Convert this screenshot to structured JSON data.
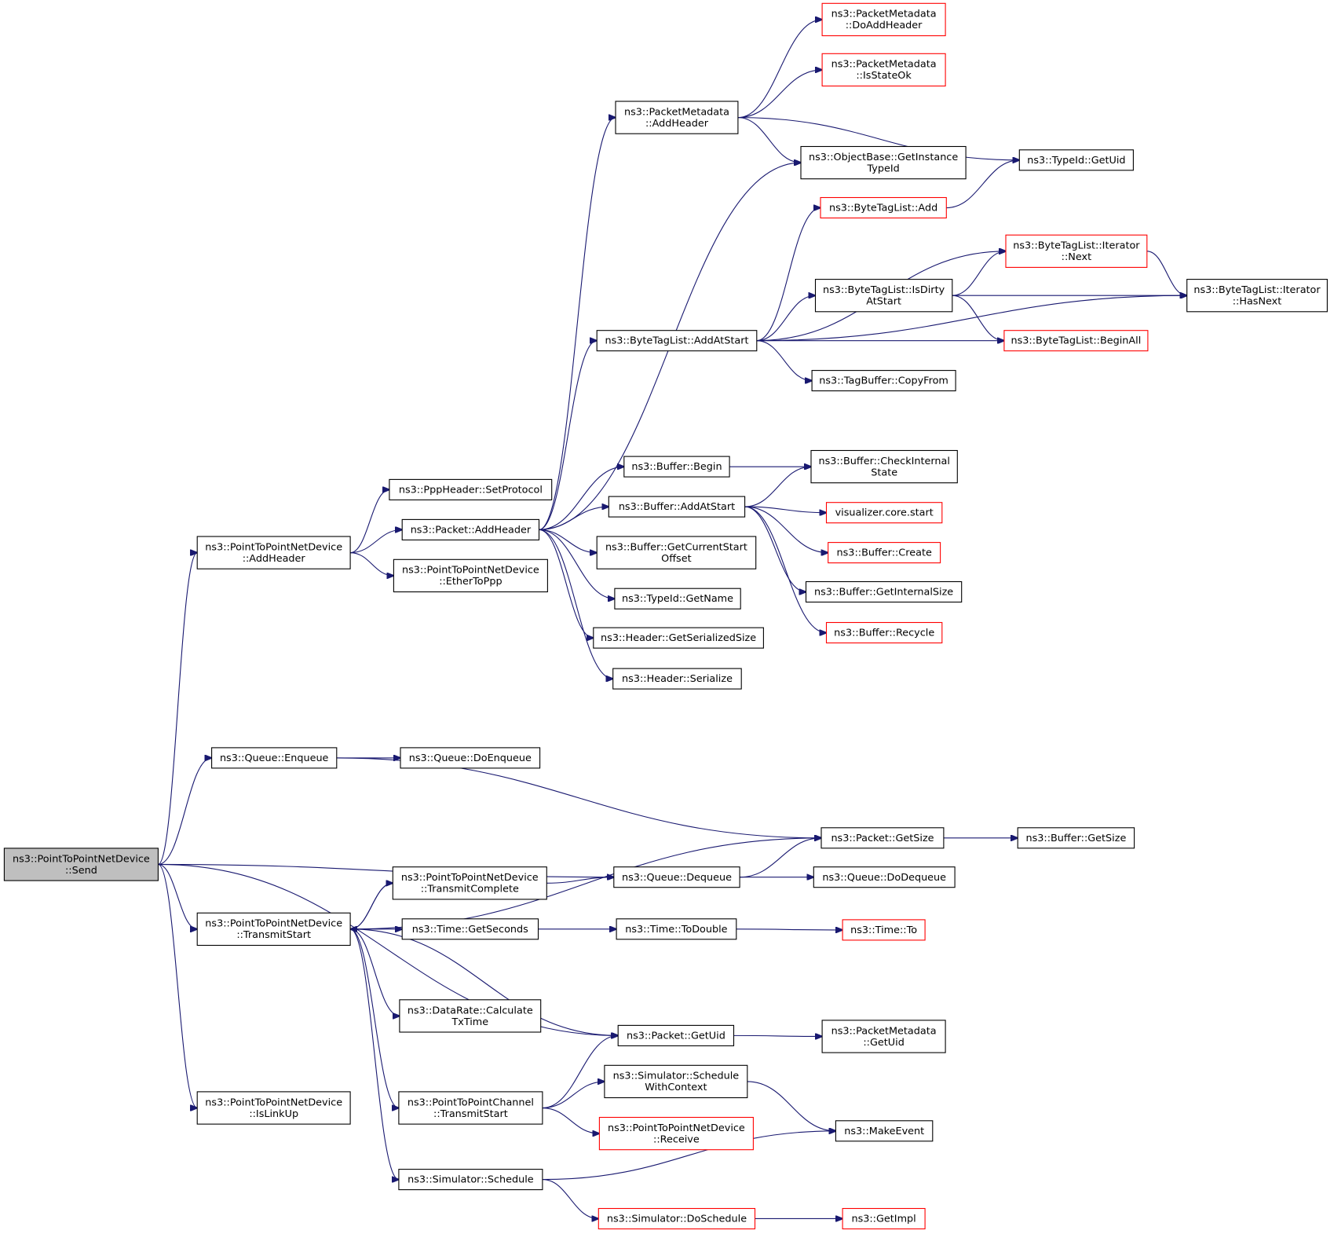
{
  "graph": {
    "kind": "doxygen call graph",
    "root": "send",
    "colors": {
      "edge": "#191970",
      "border_normal": "#000000",
      "border_truncated": "#ff0000",
      "root_fill": "#bfbfbf",
      "node_fill": "#ffffff"
    },
    "nodes": [
      {
        "id": "send",
        "lines": [
          "ns3::PointToPointNetDevice",
          "::Send"
        ],
        "border": "black",
        "root": true
      },
      {
        "id": "p2p_addheader",
        "lines": [
          "ns3::PointToPointNetDevice",
          "::AddHeader"
        ],
        "border": "black"
      },
      {
        "id": "ppp_setprotocol",
        "lines": [
          "ns3::PppHeader::SetProtocol"
        ],
        "border": "black"
      },
      {
        "id": "packet_addheader",
        "lines": [
          "ns3::Packet::AddHeader"
        ],
        "border": "black"
      },
      {
        "id": "ether_to_ppp",
        "lines": [
          "ns3::PointToPointNetDevice",
          "::EtherToPpp"
        ],
        "border": "black"
      },
      {
        "id": "pm_addheader",
        "lines": [
          "ns3::PacketMetadata",
          "::AddHeader"
        ],
        "border": "black"
      },
      {
        "id": "pm_doaddheader",
        "lines": [
          "ns3::PacketMetadata",
          "::DoAddHeader"
        ],
        "border": "red"
      },
      {
        "id": "pm_isstateok",
        "lines": [
          "ns3::PacketMetadata",
          "::IsStateOk"
        ],
        "border": "red"
      },
      {
        "id": "ob_getinstancetypeid",
        "lines": [
          "ns3::ObjectBase::GetInstance",
          "TypeId"
        ],
        "border": "black"
      },
      {
        "id": "typeid_getuid",
        "lines": [
          "ns3::TypeId::GetUid"
        ],
        "border": "black"
      },
      {
        "id": "btl_add",
        "lines": [
          "ns3::ByteTagList::Add"
        ],
        "border": "red"
      },
      {
        "id": "btl_it_next",
        "lines": [
          "ns3::ByteTagList::Iterator",
          "::Next"
        ],
        "border": "red"
      },
      {
        "id": "btl_isdirty",
        "lines": [
          "ns3::ByteTagList::IsDirty",
          "AtStart"
        ],
        "border": "black"
      },
      {
        "id": "btl_it_hasnext",
        "lines": [
          "ns3::ByteTagList::Iterator",
          "::HasNext"
        ],
        "border": "black"
      },
      {
        "id": "btl_addatstart",
        "lines": [
          "ns3::ByteTagList::AddAtStart"
        ],
        "border": "black"
      },
      {
        "id": "btl_beginall",
        "lines": [
          "ns3::ByteTagList::BeginAll"
        ],
        "border": "red"
      },
      {
        "id": "tagbuffer_copyfrom",
        "lines": [
          "ns3::TagBuffer::CopyFrom"
        ],
        "border": "black"
      },
      {
        "id": "buffer_begin",
        "lines": [
          "ns3::Buffer::Begin"
        ],
        "border": "black"
      },
      {
        "id": "buffer_checkinternal",
        "lines": [
          "ns3::Buffer::CheckInternal",
          "State"
        ],
        "border": "black"
      },
      {
        "id": "buffer_addatstart",
        "lines": [
          "ns3::Buffer::AddAtStart"
        ],
        "border": "black"
      },
      {
        "id": "viz_core_start",
        "lines": [
          "visualizer.core.start"
        ],
        "border": "red"
      },
      {
        "id": "buffer_getcurrentstartoffset",
        "lines": [
          "ns3::Buffer::GetCurrentStart",
          "Offset"
        ],
        "border": "black"
      },
      {
        "id": "buffer_create",
        "lines": [
          "ns3::Buffer::Create"
        ],
        "border": "red"
      },
      {
        "id": "buffer_getinternalsize",
        "lines": [
          "ns3::Buffer::GetInternalSize"
        ],
        "border": "black"
      },
      {
        "id": "typeid_getname",
        "lines": [
          "ns3::TypeId::GetName"
        ],
        "border": "black"
      },
      {
        "id": "buffer_recycle",
        "lines": [
          "ns3::Buffer::Recycle"
        ],
        "border": "red"
      },
      {
        "id": "header_getserializedsize",
        "lines": [
          "ns3::Header::GetSerializedSize"
        ],
        "border": "black"
      },
      {
        "id": "header_serialize",
        "lines": [
          "ns3::Header::Serialize"
        ],
        "border": "black"
      },
      {
        "id": "queue_enqueue",
        "lines": [
          "ns3::Queue::Enqueue"
        ],
        "border": "black"
      },
      {
        "id": "queue_doenqueue",
        "lines": [
          "ns3::Queue::DoEnqueue"
        ],
        "border": "black"
      },
      {
        "id": "packet_getsize",
        "lines": [
          "ns3::Packet::GetSize"
        ],
        "border": "black"
      },
      {
        "id": "buffer_getsize",
        "lines": [
          "ns3::Buffer::GetSize"
        ],
        "border": "black"
      },
      {
        "id": "p2p_transmitcomplete",
        "lines": [
          "ns3::PointToPointNetDevice",
          "::TransmitComplete"
        ],
        "border": "black"
      },
      {
        "id": "queue_dequeue",
        "lines": [
          "ns3::Queue::Dequeue"
        ],
        "border": "black"
      },
      {
        "id": "queue_dodequeue",
        "lines": [
          "ns3::Queue::DoDequeue"
        ],
        "border": "black"
      },
      {
        "id": "p2p_transmitstart",
        "lines": [
          "ns3::PointToPointNetDevice",
          "::TransmitStart"
        ],
        "border": "black"
      },
      {
        "id": "time_getseconds",
        "lines": [
          "ns3::Time::GetSeconds"
        ],
        "border": "black"
      },
      {
        "id": "time_todouble",
        "lines": [
          "ns3::Time::ToDouble"
        ],
        "border": "black"
      },
      {
        "id": "time_to",
        "lines": [
          "ns3::Time::To"
        ],
        "border": "red"
      },
      {
        "id": "datarate_calctxtime",
        "lines": [
          "ns3::DataRate::Calculate",
          "TxTime"
        ],
        "border": "black"
      },
      {
        "id": "packet_getuid",
        "lines": [
          "ns3::Packet::GetUid"
        ],
        "border": "black"
      },
      {
        "id": "pm_getuid",
        "lines": [
          "ns3::PacketMetadata",
          "::GetUid"
        ],
        "border": "black"
      },
      {
        "id": "sim_schedulewithcontext",
        "lines": [
          "ns3::Simulator::Schedule",
          "WithContext"
        ],
        "border": "black"
      },
      {
        "id": "p2pchannel_transmitstart",
        "lines": [
          "ns3::PointToPointChannel",
          "::TransmitStart"
        ],
        "border": "black"
      },
      {
        "id": "make_event",
        "lines": [
          "ns3::MakeEvent"
        ],
        "border": "black"
      },
      {
        "id": "p2p_islinkup",
        "lines": [
          "ns3::PointToPointNetDevice",
          "::IsLinkUp"
        ],
        "border": "black"
      },
      {
        "id": "p2p_receive",
        "lines": [
          "ns3::PointToPointNetDevice",
          "::Receive"
        ],
        "border": "red"
      },
      {
        "id": "sim_schedule",
        "lines": [
          "ns3::Simulator::Schedule"
        ],
        "border": "black"
      },
      {
        "id": "sim_doschedule",
        "lines": [
          "ns3::Simulator::DoSchedule"
        ],
        "border": "red"
      },
      {
        "id": "get_impl",
        "lines": [
          "ns3::GetImpl"
        ],
        "border": "red"
      }
    ],
    "edges": [
      [
        "send",
        "p2p_addheader"
      ],
      [
        "send",
        "queue_enqueue"
      ],
      [
        "send",
        "queue_dequeue"
      ],
      [
        "send",
        "p2p_transmitstart"
      ],
      [
        "send",
        "packet_getuid"
      ],
      [
        "send",
        "p2p_islinkup"
      ],
      [
        "p2p_addheader",
        "ppp_setprotocol"
      ],
      [
        "p2p_addheader",
        "packet_addheader"
      ],
      [
        "p2p_addheader",
        "ether_to_ppp"
      ],
      [
        "packet_addheader",
        "pm_addheader"
      ],
      [
        "packet_addheader",
        "ob_getinstancetypeid"
      ],
      [
        "packet_addheader",
        "btl_addatstart"
      ],
      [
        "packet_addheader",
        "buffer_begin"
      ],
      [
        "packet_addheader",
        "buffer_addatstart"
      ],
      [
        "packet_addheader",
        "buffer_getcurrentstartoffset"
      ],
      [
        "packet_addheader",
        "typeid_getname"
      ],
      [
        "packet_addheader",
        "header_getserializedsize"
      ],
      [
        "packet_addheader",
        "header_serialize"
      ],
      [
        "pm_addheader",
        "pm_doaddheader"
      ],
      [
        "pm_addheader",
        "pm_isstateok"
      ],
      [
        "pm_addheader",
        "ob_getinstancetypeid"
      ],
      [
        "pm_addheader",
        "typeid_getuid"
      ],
      [
        "btl_add",
        "typeid_getuid"
      ],
      [
        "btl_addatstart",
        "btl_add"
      ],
      [
        "btl_addatstart",
        "btl_it_next"
      ],
      [
        "btl_addatstart",
        "btl_isdirty"
      ],
      [
        "btl_addatstart",
        "btl_beginall"
      ],
      [
        "btl_addatstart",
        "tagbuffer_copyfrom"
      ],
      [
        "btl_addatstart",
        "btl_it_hasnext"
      ],
      [
        "btl_isdirty",
        "btl_it_next"
      ],
      [
        "btl_isdirty",
        "btl_it_hasnext"
      ],
      [
        "btl_isdirty",
        "btl_beginall"
      ],
      [
        "btl_it_next",
        "btl_it_hasnext"
      ],
      [
        "buffer_begin",
        "buffer_checkinternal"
      ],
      [
        "buffer_addatstart",
        "buffer_checkinternal"
      ],
      [
        "buffer_addatstart",
        "viz_core_start"
      ],
      [
        "buffer_addatstart",
        "buffer_create"
      ],
      [
        "buffer_addatstart",
        "buffer_getinternalsize"
      ],
      [
        "buffer_addatstart",
        "buffer_recycle"
      ],
      [
        "queue_enqueue",
        "queue_doenqueue"
      ],
      [
        "queue_enqueue",
        "packet_getsize"
      ],
      [
        "packet_getsize",
        "buffer_getsize"
      ],
      [
        "queue_dequeue",
        "packet_getsize"
      ],
      [
        "queue_dequeue",
        "queue_dodequeue"
      ],
      [
        "p2p_transmitstart",
        "packet_getsize"
      ],
      [
        "p2p_transmitstart",
        "p2p_transmitcomplete"
      ],
      [
        "p2p_transmitcomplete",
        "p2p_transmitstart"
      ],
      [
        "p2p_transmitcomplete",
        "queue_dequeue"
      ],
      [
        "p2p_transmitstart",
        "time_getseconds"
      ],
      [
        "time_getseconds",
        "time_todouble"
      ],
      [
        "time_todouble",
        "time_to"
      ],
      [
        "p2p_transmitstart",
        "datarate_calctxtime"
      ],
      [
        "p2p_transmitstart",
        "packet_getuid"
      ],
      [
        "packet_getuid",
        "pm_getuid"
      ],
      [
        "p2p_transmitstart",
        "p2pchannel_transmitstart"
      ],
      [
        "p2p_transmitstart",
        "sim_schedule"
      ],
      [
        "p2pchannel_transmitstart",
        "packet_getuid"
      ],
      [
        "p2pchannel_transmitstart",
        "sim_schedulewithcontext"
      ],
      [
        "p2pchannel_transmitstart",
        "p2p_receive"
      ],
      [
        "sim_schedulewithcontext",
        "make_event"
      ],
      [
        "sim_schedule",
        "make_event"
      ],
      [
        "sim_schedule",
        "sim_doschedule"
      ],
      [
        "sim_doschedule",
        "get_impl"
      ]
    ]
  }
}
